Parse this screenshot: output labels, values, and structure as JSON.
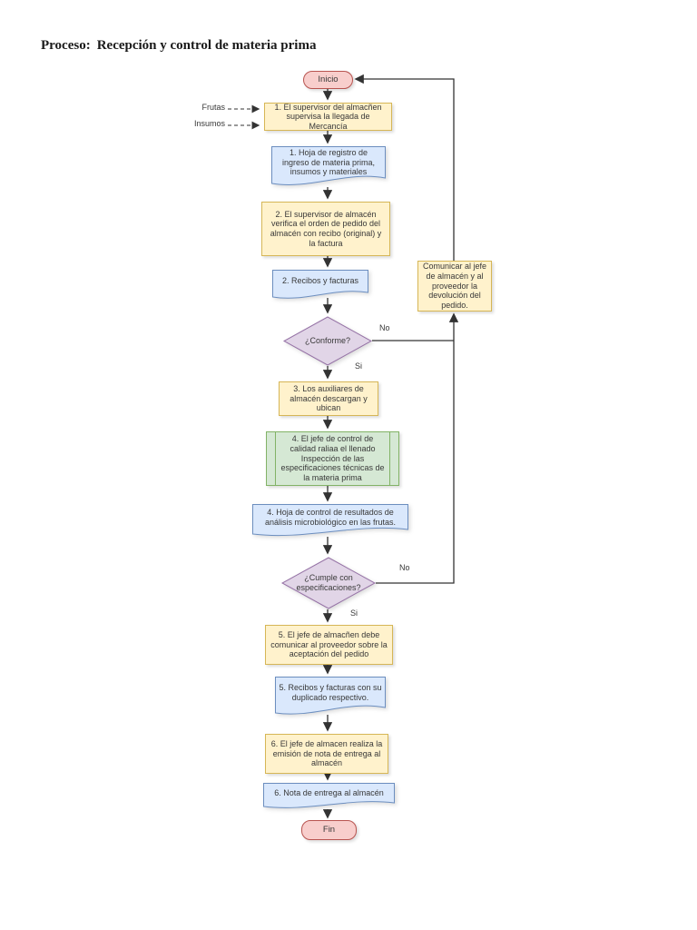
{
  "title": {
    "prefix": "Proceso:",
    "text": "Recepción y control de materia prima"
  },
  "colors": {
    "process_fill": "#fff2cc",
    "process_border": "#d6b656",
    "document_fill": "#dae8fc",
    "document_border": "#6c8ebf",
    "decision_fill": "#e1d5e7",
    "decision_border": "#9673a6",
    "predefined_fill": "#d5e8d4",
    "predefined_border": "#82b366",
    "terminator_fill": "#f8cecc",
    "terminator_border": "#b85450",
    "connector": "#333333"
  },
  "flowchart": {
    "start": {
      "label": "Inicio"
    },
    "end": {
      "label": "Fin"
    },
    "inputs": {
      "frutas": "Frutas",
      "insumos": "Insumos"
    },
    "nodes": {
      "step1": "1. El supervisor del almacñen supervisa la llegada de Mercancía",
      "doc1": "1. Hoja de registro de ingreso de materia prima, insumos y materiales",
      "step2": "2. El supervisor de almacén verifica el orden de pedido del almacén con recibo (original) y la factura",
      "doc2": "2. Recibos y facturas",
      "step3": "3. Los auxiliares de almacén descargan y ubican",
      "step4": "4. El jefe de control de calidad raliaa el llenado Inspección de las especificaciones técnicas de la materia prima",
      "doc4": "4. Hoja de control de resultados de análisis microbiológico en las frutas.",
      "step5": "5. El jefe de almacñen debe comunicar al proveedor sobre la aceptación del pedido",
      "doc5": "5. Recibos y facturas con su duplicado respectivo.",
      "step6": "6. El jefe de almacen realiza la emisión de nota de entrega al almacén",
      "doc6": "6. Nota de entrega al almacén",
      "return_note": "Comunicar al jefe de almacén y al proveedor la devolución del pedido."
    },
    "decisions": {
      "d1": {
        "question": "¿Conforme?",
        "no": "No",
        "yes": "Si"
      },
      "d2": {
        "question": "¿Cumple con especificaciones?",
        "no": "No",
        "yes": "Si"
      }
    }
  }
}
